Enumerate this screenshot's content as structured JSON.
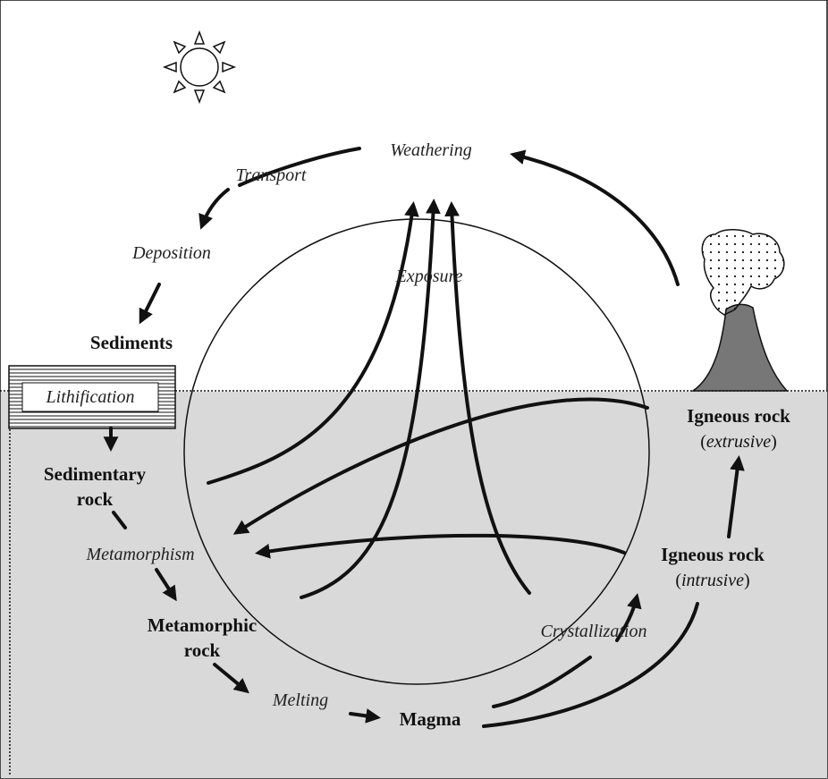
{
  "labels": {
    "weathering": "Weathering",
    "transport": "Transport",
    "deposition": "Deposition",
    "sediments": "Sediments",
    "lithification": "Lithification",
    "sedimentary_rock_line1": "Sedimentary",
    "sedimentary_rock_line2": "rock",
    "metamorphism": "Metamorphism",
    "metamorphic_rock_line1": "Metamorphic",
    "metamorphic_rock_line2": "rock",
    "melting": "Melting",
    "magma": "Magma",
    "crystallization": "Crystallization",
    "igneous_intrusive_title": "Igneous rock",
    "igneous_intrusive_open": "(",
    "igneous_intrusive_sub": "intrusive",
    "igneous_intrusive_close": ")",
    "igneous_extrusive_title": "Igneous rock",
    "igneous_extrusive_open": "(",
    "igneous_extrusive_sub": "extrusive",
    "igneous_extrusive_close": ")",
    "exposure": "Exposure"
  },
  "colors": {
    "background": "#ffffff",
    "ground": "#d9d9d9",
    "volcano": "#777777",
    "ink": "#111111"
  },
  "icons": [
    "sun-icon",
    "volcano-icon",
    "ash-cloud-icon"
  ]
}
